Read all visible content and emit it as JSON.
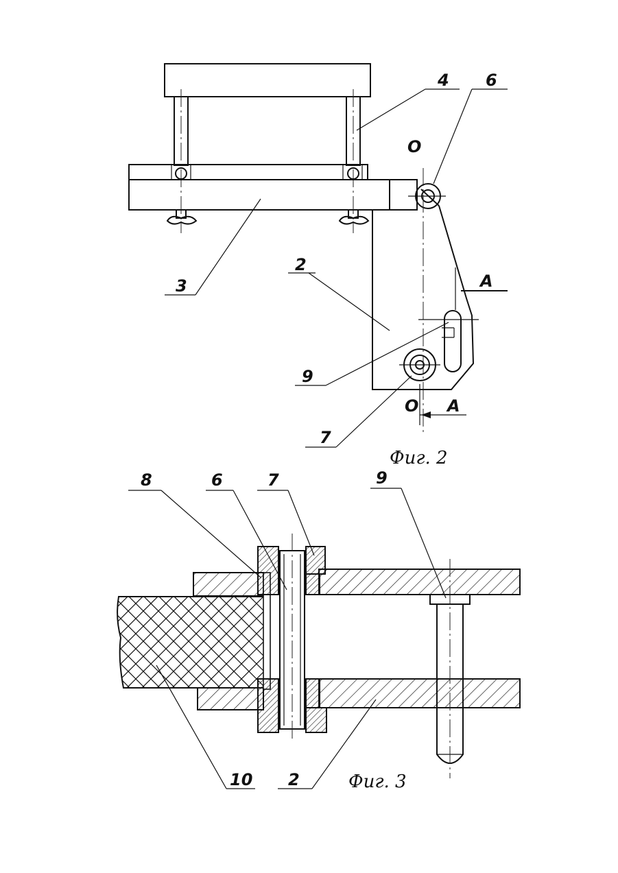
{
  "figures": [
    {
      "caption": "Фиг. 2",
      "labels": {
        "part_4": "4",
        "part_6": "6",
        "axis_o_top": "O",
        "part_3": "3",
        "part_2": "2",
        "section_a_top": "A",
        "part_9": "9",
        "part_7": "7",
        "axis_o_bottom": "O",
        "section_a_bottom": "A"
      }
    },
    {
      "caption": "Фиг. 3",
      "labels": {
        "part_8": "8",
        "part_6": "6",
        "part_7": "7",
        "part_9": "9",
        "part_10": "10",
        "part_2": "2"
      }
    }
  ]
}
